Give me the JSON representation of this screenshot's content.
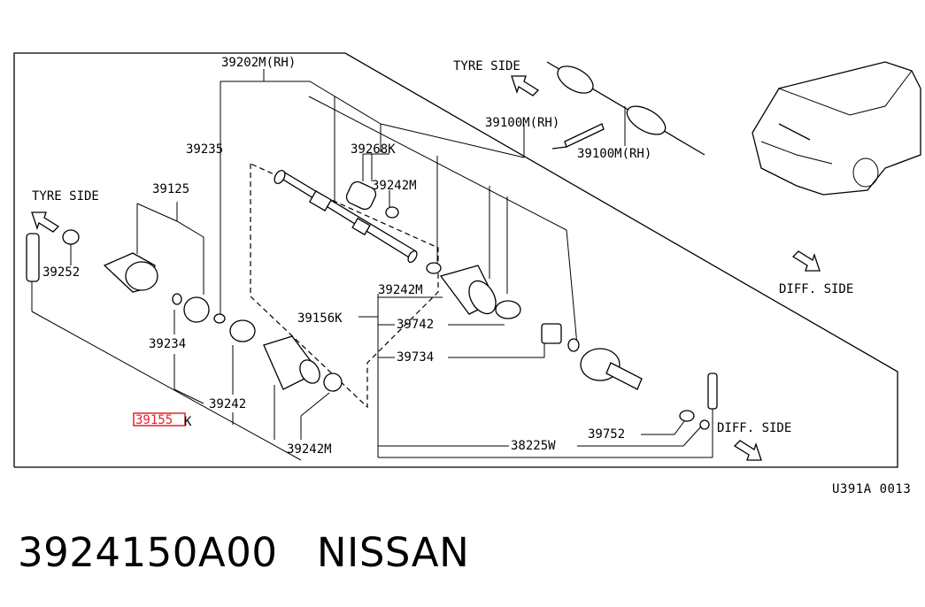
{
  "diagram": {
    "labels": {
      "l39202m": "39202M(RH)",
      "l39235": "39235",
      "l39268k": "39268K",
      "l39242m_a": "39242M",
      "l39100m_a": "39100M(RH)",
      "l39100m_b": "39100M(RH)",
      "tyre_side_top": "TYRE SIDE",
      "tyre_side_left": "TYRE SIDE",
      "l39125": "39125",
      "l39252": "39252",
      "l39242m_b": "39242M",
      "l39156k": "39156K",
      "l39742": "39742",
      "l39734": "39734",
      "l39234": "39234",
      "l39242": "39242",
      "l39155k_num": "39155",
      "l39155k_suffix": "K",
      "l39242m_c": "39242M",
      "l39752": "39752",
      "l38225w": "38225W",
      "diff_side_right": "DIFF. SIDE",
      "diff_side_bottom": "DIFF. SIDE"
    },
    "highlight_color": "#e8202a"
  },
  "reference_code": "U391A 0013",
  "caption": {
    "part_number": "3924150A00",
    "brand": "NISSAN"
  }
}
